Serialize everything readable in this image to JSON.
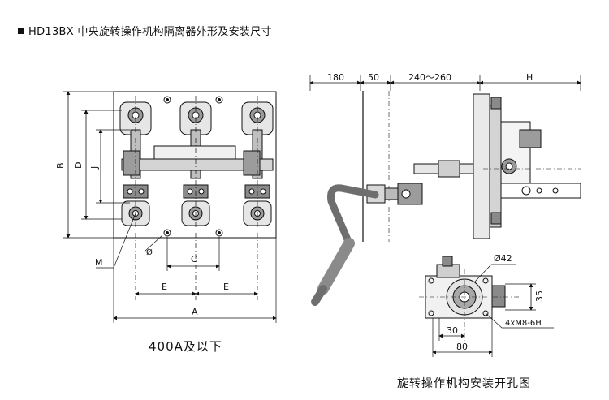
{
  "title": "HD13BX 中央旋转操作机构隔离器外形及安装尺寸",
  "front_view": {
    "caption": "400A及以下",
    "dims": {
      "A": "A",
      "B": "B",
      "D": "D",
      "J": "J",
      "C": "C",
      "E1": "E",
      "E2": "E",
      "M": "M",
      "phi": "Ø"
    }
  },
  "side_view": {
    "dims": [
      "180",
      "50",
      "240～260",
      "H"
    ]
  },
  "cutout_view": {
    "caption": "旋转操作机构安装开孔图",
    "dims": {
      "dia": "Ø42",
      "v35": "35",
      "h30": "30",
      "h80": "80",
      "holes": "4xM8-6H"
    }
  },
  "colors": {
    "line": "#111111",
    "body": "#bfbfbf",
    "dark": "#6e6e6e"
  }
}
